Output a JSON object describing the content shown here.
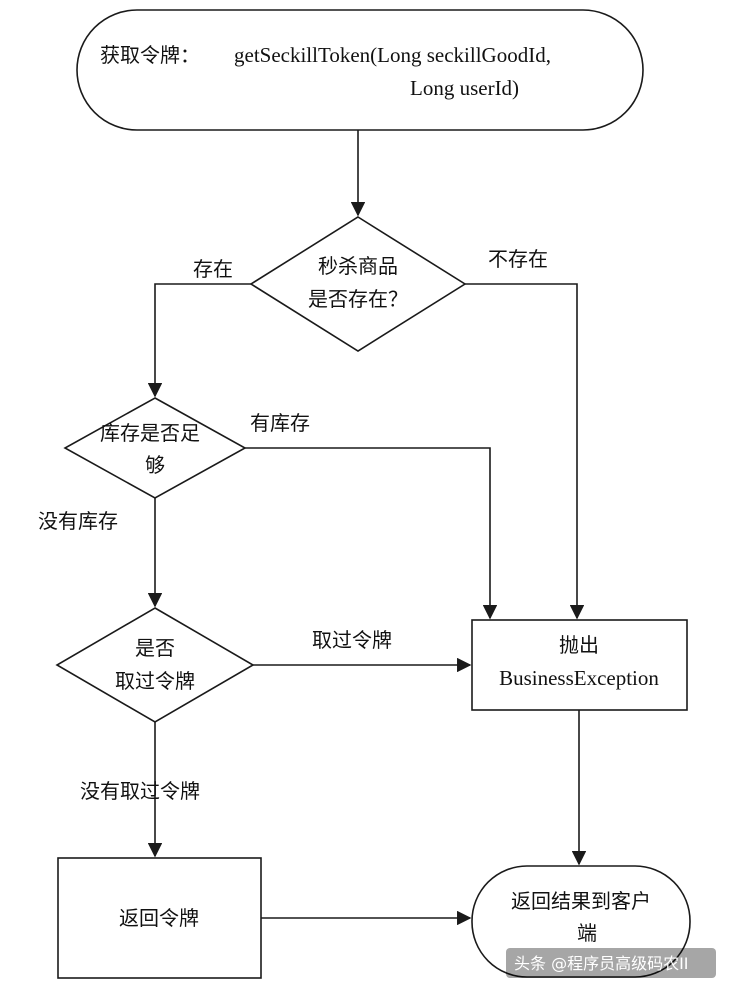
{
  "start": {
    "prefix": "获取令牌：",
    "line1": "getSeckillToken(Long seckillGoodId,",
    "line2": "Long userId)"
  },
  "decision_exists": {
    "line1": "秒杀商品",
    "line2": "是否存在？"
  },
  "decision_stock": {
    "line1": "库存是否足",
    "line2": "够"
  },
  "decision_taken": {
    "line1": "是否",
    "line2": "取过令牌"
  },
  "process_exception": {
    "line1": "抛出",
    "line2": "BusinessException"
  },
  "process_return_token": {
    "label": "返回令牌"
  },
  "end": {
    "line1": "返回结果到客户",
    "line2": "端"
  },
  "edges": {
    "exists_yes": "存在",
    "exists_no": "不存在",
    "stock_yes": "有库存",
    "stock_no": "没有库存",
    "taken_yes": "取过令牌",
    "taken_no": "没有取过令牌"
  },
  "watermark": "头条 @程序员高级码农II",
  "colors": {
    "stroke": "#1a1a1a",
    "text": "#111111",
    "background": "#ffffff"
  }
}
